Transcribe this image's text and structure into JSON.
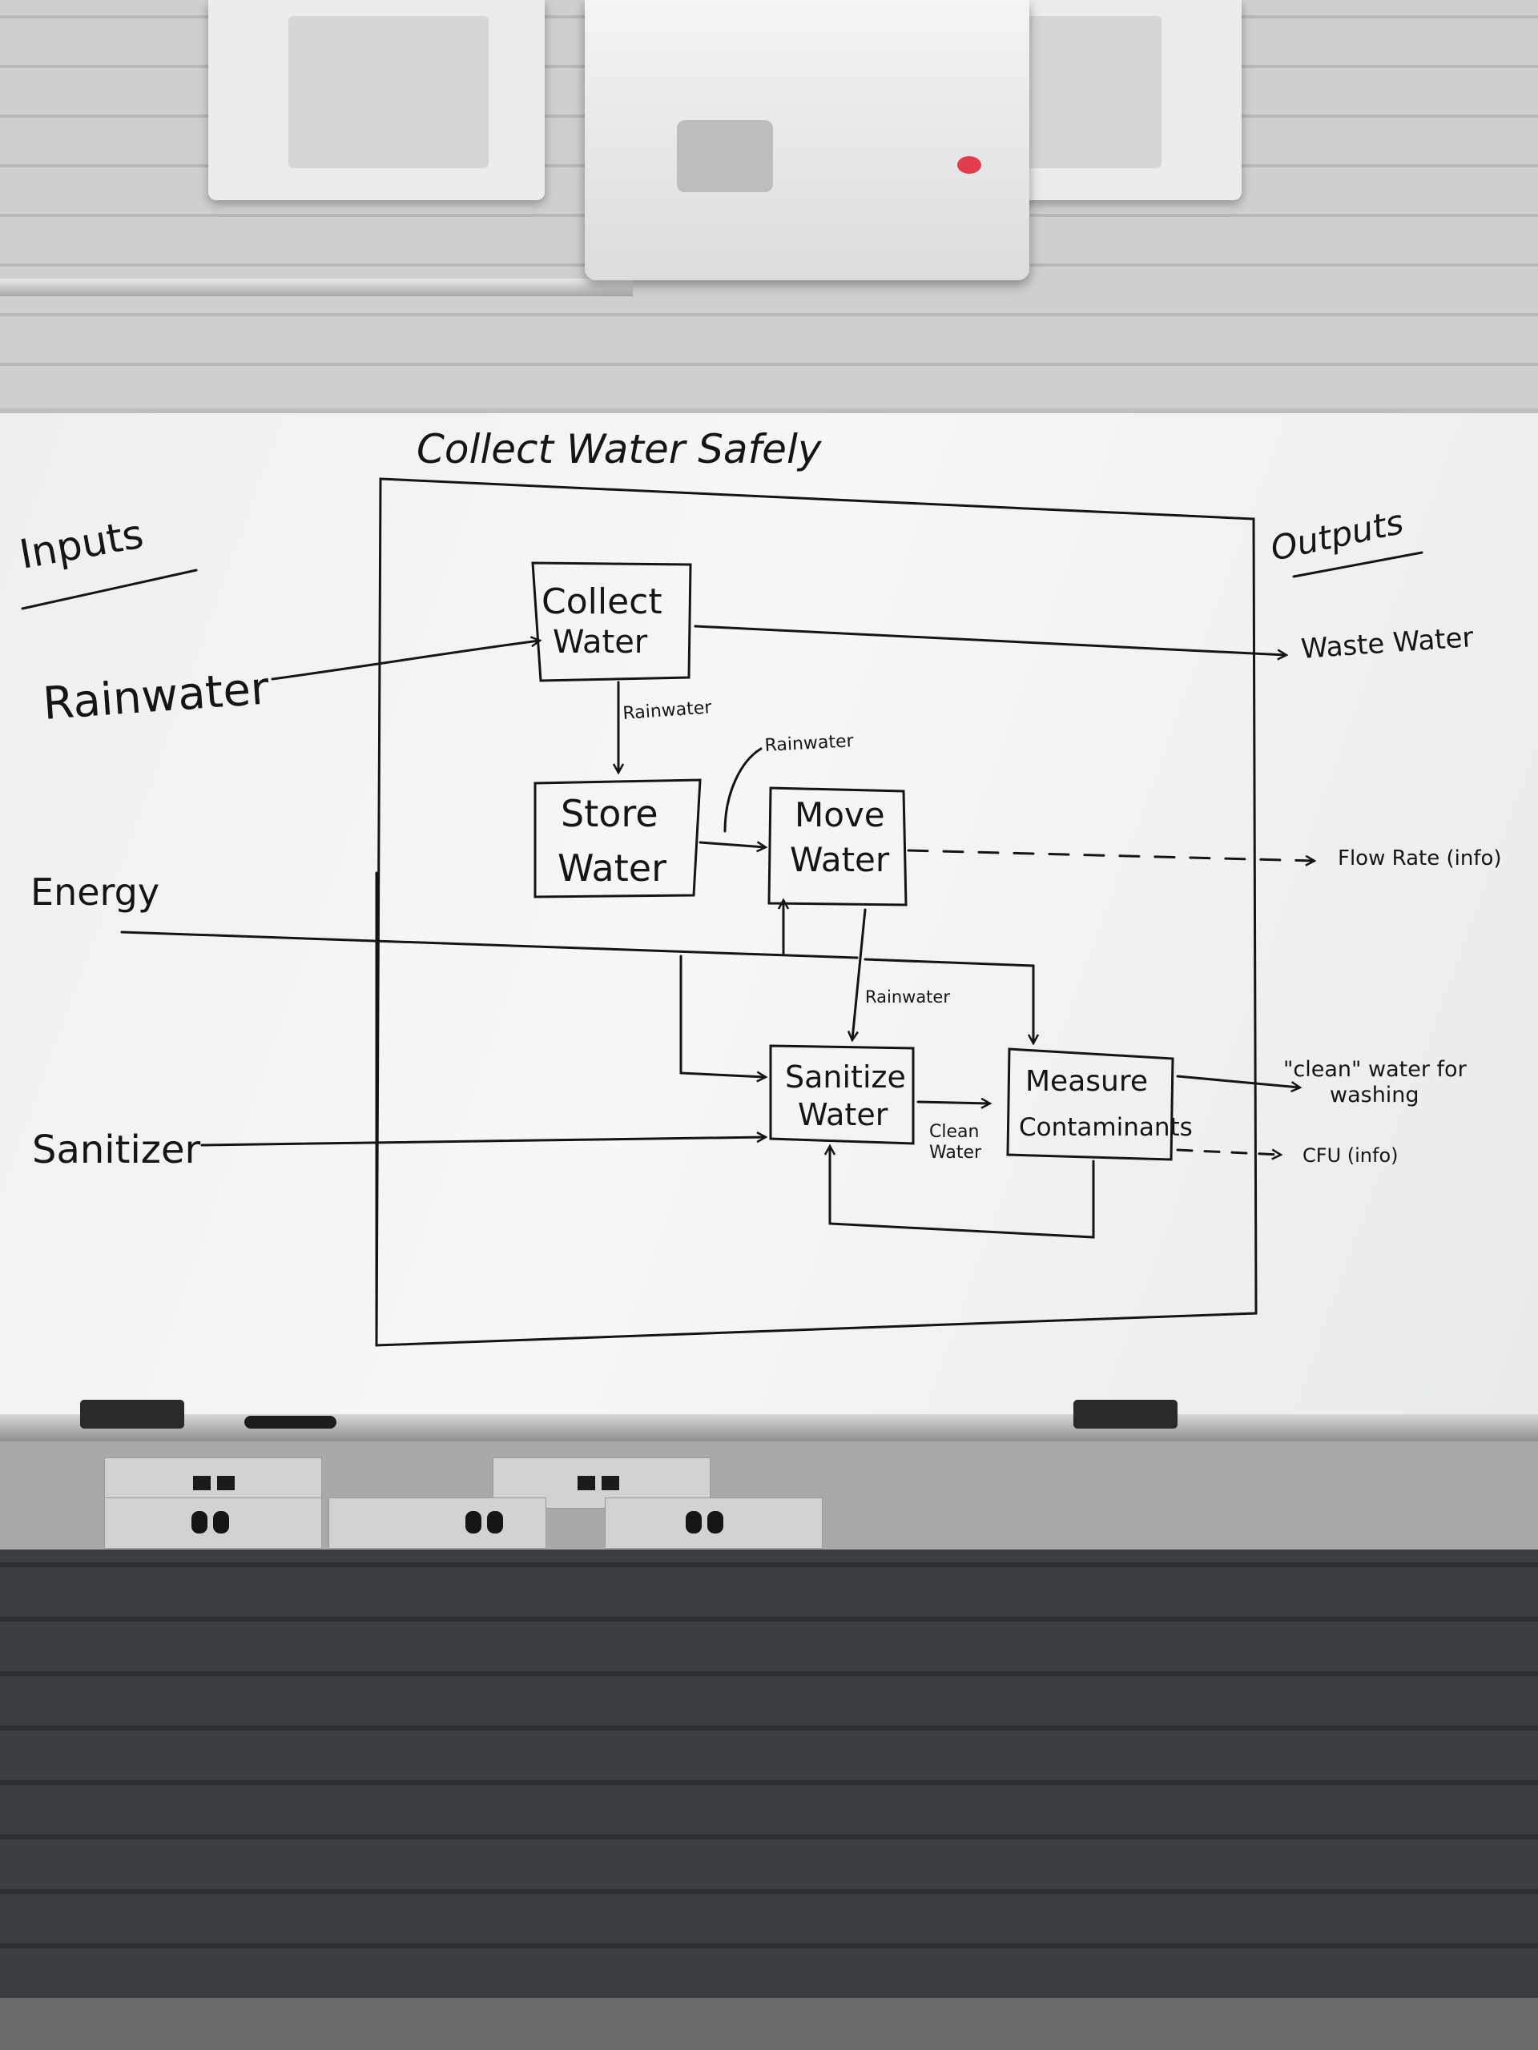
{
  "title": "Collect Water Safely",
  "inputs_heading": "Inputs",
  "outputs_heading": "Outputs",
  "inputs": [
    "Rainwater",
    "Energy",
    "Sanitizer"
  ],
  "outputs": {
    "waste": "Waste Water",
    "flow": "Flow Rate (info)",
    "clean_line1": "\"clean\" water for",
    "clean_line2": "washing",
    "cfu": "CFU (info)"
  },
  "boxes": {
    "collect": [
      "Collect",
      "Water"
    ],
    "store": [
      "Store",
      "Water"
    ],
    "move": [
      "Move",
      "Water"
    ],
    "sanitize": [
      "Sanitize",
      "Water"
    ],
    "measure": [
      "Measure",
      "Contaminants"
    ]
  },
  "arrow_labels": {
    "collect_to_store": "Rainwater",
    "store_to_move": "Rainwater",
    "move_to_sanitize": "Rainwater",
    "sanitize_to_measure_line1": "Clean",
    "sanitize_to_measure_line2": "Water"
  },
  "colors": {
    "ink": "#151515",
    "board": "#f2f3f2"
  },
  "background_icons": [
    "projector-icon",
    "speaker-icon",
    "outlet-icon",
    "eraser-icon",
    "marker-icon"
  ]
}
